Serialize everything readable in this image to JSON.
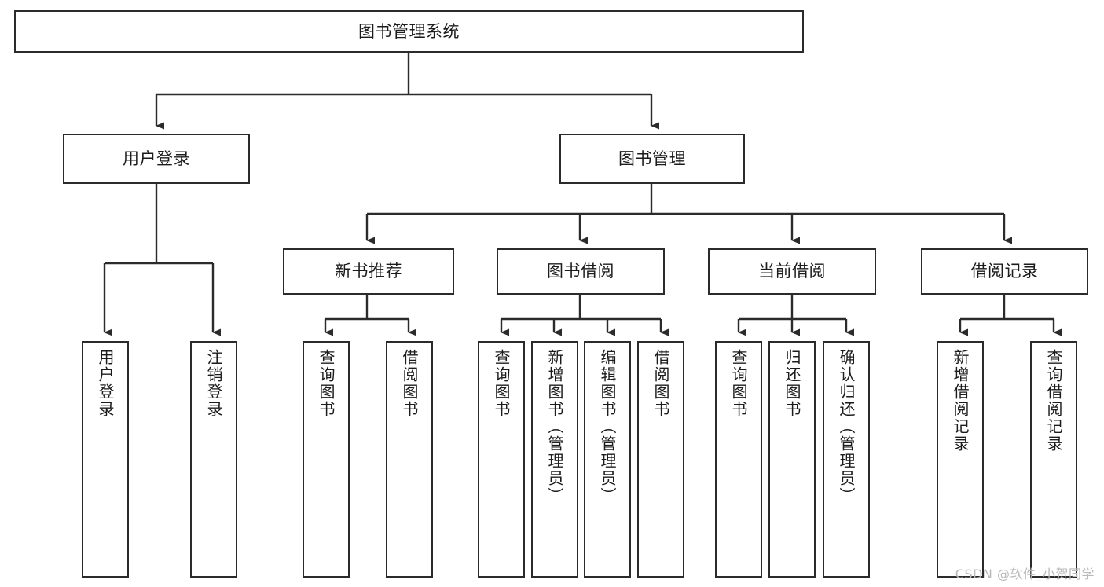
{
  "diagram": {
    "type": "hierarchy-tree",
    "title": "图书管理系统",
    "watermark": "CSDN @软件_小贺同学",
    "colors": {
      "stroke": "#2b2b2b",
      "fill": "#ffffff",
      "text": "#1c1c1c",
      "watermark": "#b9b9b9"
    },
    "nodes": {
      "root": {
        "label": "图书管理系统",
        "orientation": "horizontal"
      },
      "level1": [
        {
          "id": "user-login",
          "label": "用户登录",
          "orientation": "horizontal"
        },
        {
          "id": "book-manage",
          "label": "图书管理",
          "orientation": "horizontal"
        }
      ],
      "level2": [
        {
          "id": "new-book-recommend",
          "label": "新书推荐",
          "orientation": "horizontal"
        },
        {
          "id": "book-borrow",
          "label": "图书借阅",
          "orientation": "horizontal"
        },
        {
          "id": "current-borrow",
          "label": "当前借阅",
          "orientation": "horizontal"
        },
        {
          "id": "borrow-record",
          "label": "借阅记录",
          "orientation": "horizontal"
        }
      ],
      "leaves": {
        "user-login": [
          {
            "id": "leaf-user-login",
            "label": "用户登录",
            "orientation": "vertical"
          },
          {
            "id": "leaf-logout-login",
            "label": "注销登录",
            "orientation": "vertical"
          }
        ],
        "new-book-recommend": [
          {
            "id": "leaf-query-book-1",
            "label": "查询图书",
            "orientation": "vertical"
          },
          {
            "id": "leaf-borrow-book-1",
            "label": "借阅图书",
            "orientation": "vertical"
          }
        ],
        "book-borrow": [
          {
            "id": "leaf-query-book-2",
            "label": "查询图书",
            "orientation": "vertical"
          },
          {
            "id": "leaf-add-book-admin",
            "label": "新增图书（管理员）",
            "orientation": "vertical"
          },
          {
            "id": "leaf-edit-book-admin",
            "label": "编辑图书（管理员）",
            "orientation": "vertical"
          },
          {
            "id": "leaf-borrow-book-2",
            "label": "借阅图书",
            "orientation": "vertical"
          }
        ],
        "current-borrow": [
          {
            "id": "leaf-query-book-3",
            "label": "查询图书",
            "orientation": "vertical"
          },
          {
            "id": "leaf-return-book",
            "label": "归还图书",
            "orientation": "vertical"
          },
          {
            "id": "leaf-confirm-return-admin",
            "label": "确认归还（管理员）",
            "orientation": "vertical"
          }
        ],
        "borrow-record": [
          {
            "id": "leaf-add-borrow-record",
            "label": "新增借阅记录",
            "orientation": "vertical"
          },
          {
            "id": "leaf-query-borrow-record",
            "label": "查询借阅记录",
            "orientation": "vertical"
          }
        ]
      }
    }
  }
}
